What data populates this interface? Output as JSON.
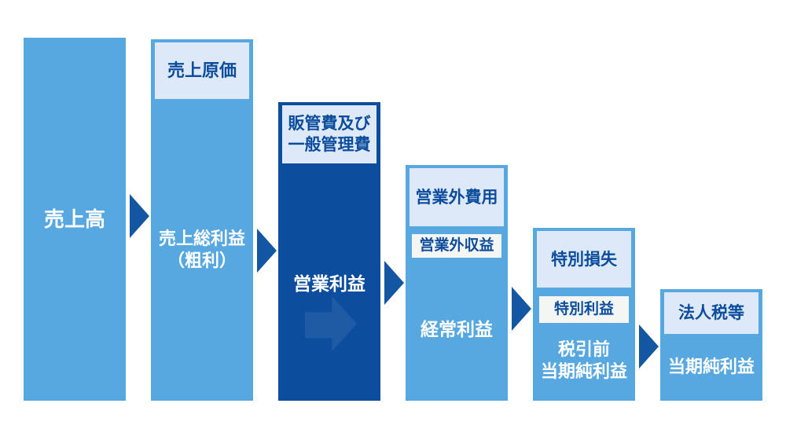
{
  "colors": {
    "bar_light_blue": "#57a7e0",
    "bar_navy": "#0d4d9e",
    "pale_box_fill": "#dde9f8",
    "white_box_fill": "#f4f6f3",
    "text_navy": "#0c4c9c",
    "text_white": "#ffffff",
    "arrow_blue": "#1356a2"
  },
  "columns": [
    {
      "name": "sales",
      "label_lines": [
        "売上高"
      ],
      "boxes": []
    },
    {
      "name": "gross-profit",
      "label_lines": [
        "売上総利益",
        "（粗利）"
      ],
      "boxes": [
        {
          "style": "pale",
          "lines": [
            "売上原価"
          ]
        }
      ]
    },
    {
      "name": "operating-profit",
      "label_lines": [
        "営業利益"
      ],
      "boxes": [
        {
          "style": "pale",
          "lines": [
            "販管費及び",
            "一般管理費"
          ]
        }
      ]
    },
    {
      "name": "ordinary-profit",
      "label_lines": [
        "経常利益"
      ],
      "boxes": [
        {
          "style": "pale",
          "lines": [
            "営業外費用"
          ]
        },
        {
          "style": "white",
          "lines": [
            "営業外収益"
          ]
        }
      ]
    },
    {
      "name": "pretax-net-profit",
      "label_lines": [
        "税引前",
        "当期純利益"
      ],
      "boxes": [
        {
          "style": "pale",
          "lines": [
            "特別損失"
          ]
        },
        {
          "style": "white",
          "lines": [
            "特別利益"
          ]
        }
      ]
    },
    {
      "name": "net-profit",
      "label_lines": [
        "当期純利益"
      ],
      "boxes": [
        {
          "style": "pale",
          "lines": [
            "法人税等"
          ]
        }
      ]
    }
  ]
}
